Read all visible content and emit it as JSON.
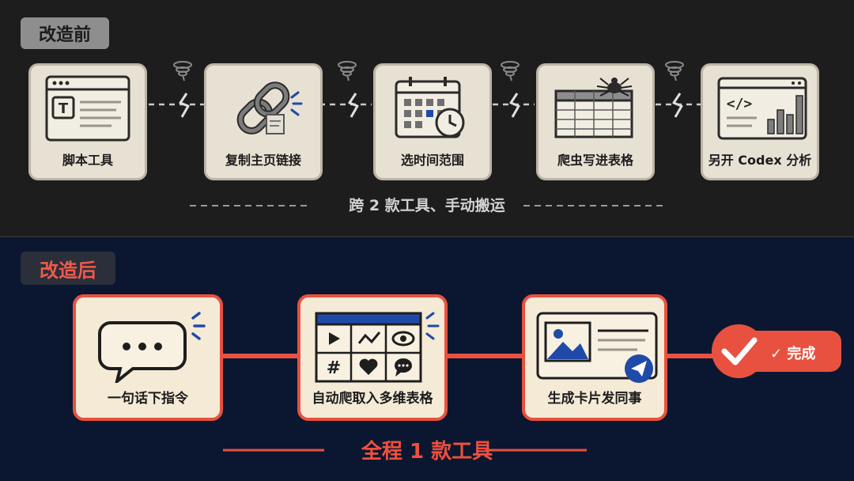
{
  "before": {
    "tag": "改造前",
    "steps": [
      {
        "label": "脚本工具",
        "icon": "script-window-icon"
      },
      {
        "label": "复制主页链接",
        "icon": "chain-link-icon"
      },
      {
        "label": "选时间范围",
        "icon": "calendar-clock-icon"
      },
      {
        "label": "爬虫写进表格",
        "icon": "spider-table-icon"
      },
      {
        "label": "另开 Codex 分析",
        "icon": "code-chart-icon"
      }
    ],
    "caption": "跨 2 款工具、手动搬运"
  },
  "after": {
    "tag": "改造后",
    "steps": [
      {
        "label": "一句话下指令",
        "icon": "chat-bubble-icon"
      },
      {
        "label": "自动爬取入多维表格",
        "icon": "multi-table-icon"
      },
      {
        "label": "生成卡片发同事",
        "icon": "card-send-icon"
      }
    ],
    "done": "✓ 完成",
    "caption": "全程 1 款工具"
  },
  "colors": {
    "accent_red": "#e8513f",
    "card_before": "#e7e1d4",
    "card_after": "#f4ead6",
    "navy": "#173a7d",
    "bg_top": "#1d1d1d",
    "bg_bottom": "#0b1730"
  }
}
